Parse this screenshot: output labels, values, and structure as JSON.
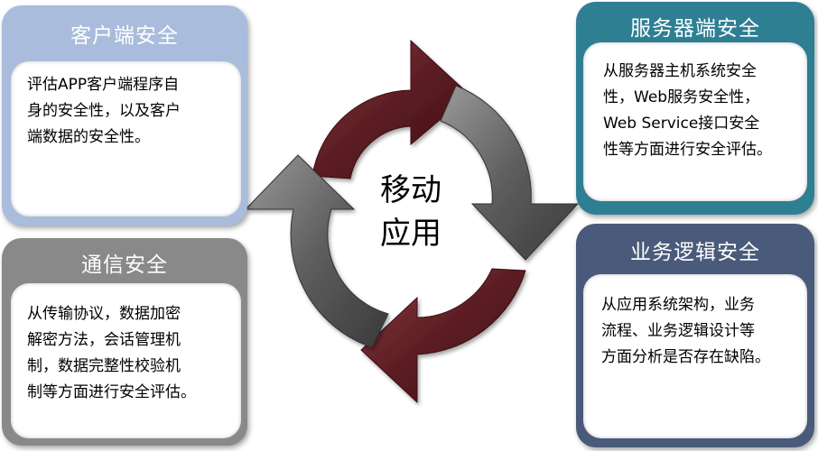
{
  "panels": {
    "client": {
      "title": "客户端安全",
      "text": "评估APP客户端程序自\n身的安全性，以及客户\n端数据的安全性。",
      "color": "#a9bcdc"
    },
    "server": {
      "title": "服务器端安全",
      "text": "从服务器主机系统安全\n性，Web服务安全性，\nWeb Service接口安全\n性等方面进行安全评估。",
      "color": "#2f7f93"
    },
    "communication": {
      "title": "通信安全",
      "text": "从传输协议，数据加密\n解密方法，会话管理机\n制，数据完整性校验机\n制等方面进行安全评估。",
      "color": "#898989"
    },
    "business": {
      "title": "业务逻辑安全",
      "text": "从应用系统架构，业务\n流程、业务逻辑设计等\n方面分析是否存在缺陷。",
      "color": "#4a5a7a"
    }
  },
  "center": {
    "label": "移动\n应用"
  },
  "arrows": {
    "top": {
      "color": "#6e2a2e"
    },
    "right": {
      "color": "#6f6f6f"
    },
    "bottom": {
      "color": "#6e2a2e"
    },
    "left": {
      "color": "#6f6f6f"
    }
  }
}
